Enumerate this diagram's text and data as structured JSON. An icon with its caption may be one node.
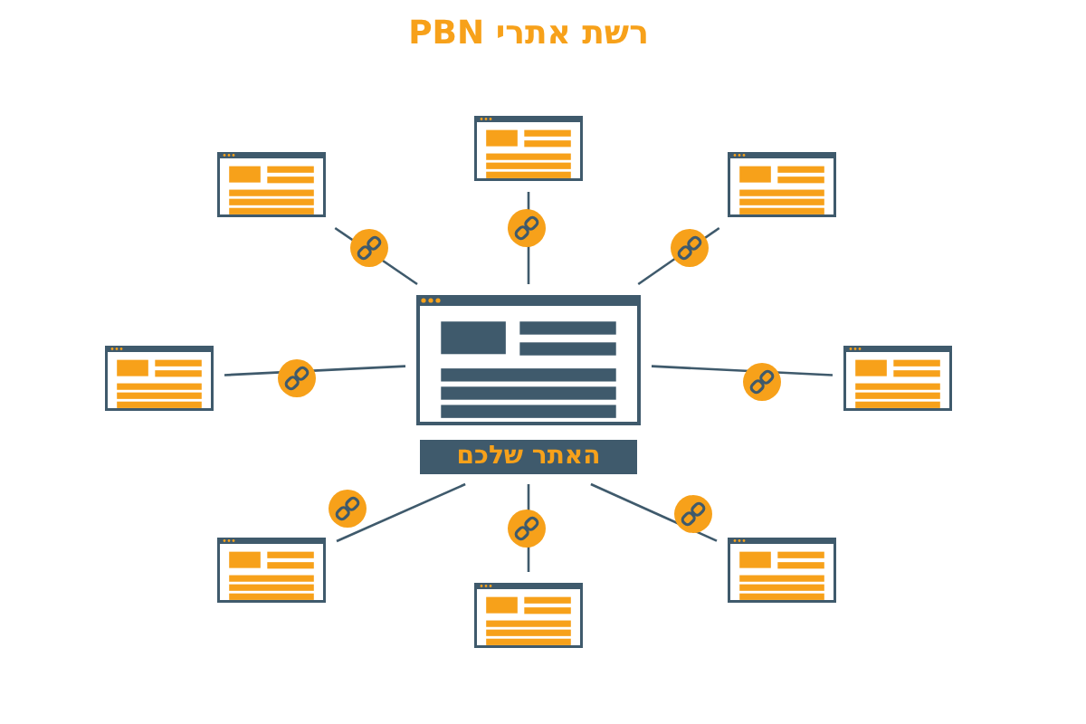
{
  "diagram": {
    "title": "רשת אתרי PBN",
    "nodes": [
      {
        "text": [],
        "shape": "picture"
      },
      {
        "text": [
          "האתר שלכם"
        ]
      },
      {
        "text": [],
        "shape": "picture"
      },
      {
        "text": [],
        "shape": "picture"
      },
      {
        "text": [],
        "shape": "picture"
      },
      {
        "text": [],
        "shape": "picture"
      },
      {
        "text": [],
        "shape": "picture"
      },
      {
        "text": [],
        "shape": "picture"
      },
      {
        "text": [],
        "shape": "picture"
      },
      {
        "text": [],
        "shape": "picture"
      }
    ],
    "edges": [
      {
        "from": 0,
        "to": 2,
        "arrow": "none"
      },
      {
        "from": 0,
        "to": 3,
        "arrow": "none"
      },
      {
        "from": 0,
        "to": 4,
        "arrow": "none"
      },
      {
        "from": 0,
        "to": 5,
        "arrow": "none"
      },
      {
        "from": 0,
        "to": 6,
        "arrow": "none"
      },
      {
        "from": 1,
        "to": 7,
        "arrow": "none"
      },
      {
        "from": 1,
        "to": 8,
        "arrow": "none"
      },
      {
        "from": 1,
        "to": 9,
        "arrow": "none"
      }
    ]
  }
}
